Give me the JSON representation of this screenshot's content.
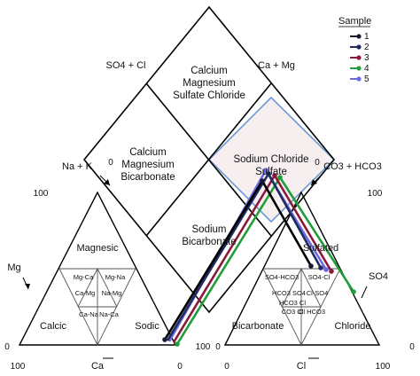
{
  "diamond": {
    "top_label": "SO4 + Cl",
    "right_label": "Ca + Mg",
    "regions": {
      "top": [
        "Calcium",
        "Magnesium",
        "Sulfate Chloride"
      ],
      "left": [
        "Calcium",
        "Magnesium",
        "Bicarbonate"
      ],
      "right": [
        "Sodium Chloride",
        "Sulfate"
      ],
      "bottom": [
        "Sodium",
        "Bicarbonate"
      ]
    },
    "zero_left": "0",
    "zero_right": "0"
  },
  "cation_triangle": {
    "apex_label": "Na + K",
    "left_label": "Mg",
    "bottom_label": "Ca",
    "tick_top_left": "100",
    "tick_left_zero": "0",
    "tick_bottom_left": "100",
    "tick_bottom_right": "0",
    "tick_right_100": "100",
    "tick_right_0": "0",
    "regions": {
      "magnesic": "Magnesic",
      "calcic": "Calcic",
      "sodic": "Sodic",
      "mg_ca": "Mg-Ca",
      "mg_na": "Mg-Na",
      "ca_mg": "Ca-Mg",
      "na_mg": "Na-Mg",
      "ca_na": "Ca-Na",
      "na_ca": "Na-Ca"
    }
  },
  "anion_triangle": {
    "apex_label": "CO3 + HCO3",
    "right_label": "SO4",
    "bottom_label": "Cl",
    "tick_left_zero": "0",
    "tick_right_zero": "0",
    "tick_right_100": "100",
    "tick_bottom_left": "0",
    "tick_bottom_right": "100",
    "regions": {
      "sulfated": "Sulfated",
      "bicarbonate": "Bicarbonate",
      "chloride": "Chloride",
      "so4_hco3": "SO4-HCO3",
      "so4_cl": "SO4-Cl",
      "hco3_so4": "HCO3 SO4",
      "cl_so4": "Cl-SO4",
      "hco3_cl": "HCO3 Cl",
      "co3_cl": "CO3 Cl",
      "cl_hco3": "Cl HCO3"
    }
  },
  "legend": {
    "title": "Sample",
    "items": [
      {
        "label": "1",
        "color": "#1a1a2e"
      },
      {
        "label": "2",
        "color": "#1f2a60"
      },
      {
        "label": "3",
        "color": "#8b1a3a"
      },
      {
        "label": "4",
        "color": "#1f9e3a"
      },
      {
        "label": "5",
        "color": "#6a6ae0"
      }
    ]
  },
  "colors": {
    "highlight_fill": "#f7efef",
    "highlight_stroke": "#6a9ad4"
  }
}
